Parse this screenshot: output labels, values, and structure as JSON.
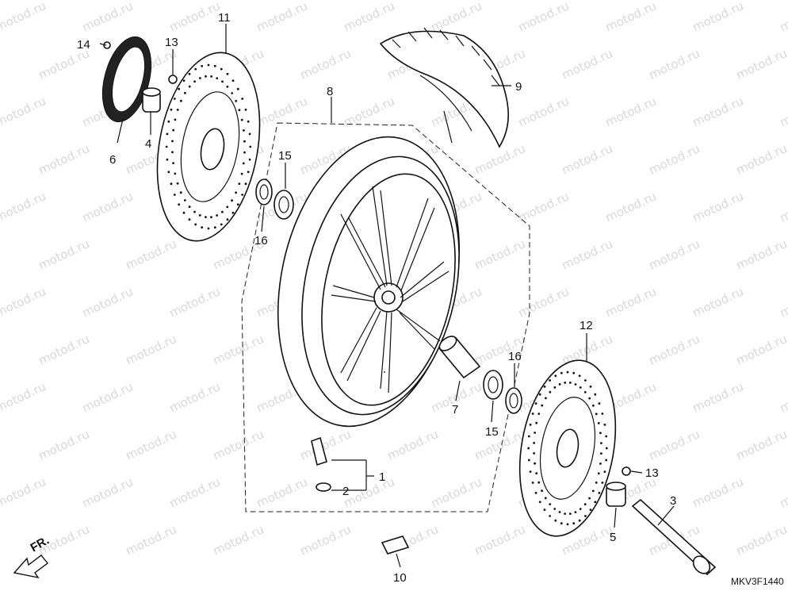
{
  "diagram": {
    "drawing_code": "MKV3F1440",
    "direction_label": "FR.",
    "watermark": "motod.ru",
    "callouts": [
      {
        "id": "c1",
        "label": "1"
      },
      {
        "id": "c2",
        "label": "2"
      },
      {
        "id": "c3",
        "label": "3"
      },
      {
        "id": "c4",
        "label": "4"
      },
      {
        "id": "c5",
        "label": "5"
      },
      {
        "id": "c6",
        "label": "6"
      },
      {
        "id": "c7",
        "label": "7"
      },
      {
        "id": "c8",
        "label": "8"
      },
      {
        "id": "c9",
        "label": "9"
      },
      {
        "id": "c10",
        "label": "10"
      },
      {
        "id": "c11",
        "label": "11"
      },
      {
        "id": "c12",
        "label": "12"
      },
      {
        "id": "c13a",
        "label": "13"
      },
      {
        "id": "c13b",
        "label": "13"
      },
      {
        "id": "c14",
        "label": "14"
      },
      {
        "id": "c15a",
        "label": "15"
      },
      {
        "id": "c15b",
        "label": "15"
      },
      {
        "id": "c16a",
        "label": "16"
      },
      {
        "id": "c16b",
        "label": "16"
      }
    ]
  }
}
